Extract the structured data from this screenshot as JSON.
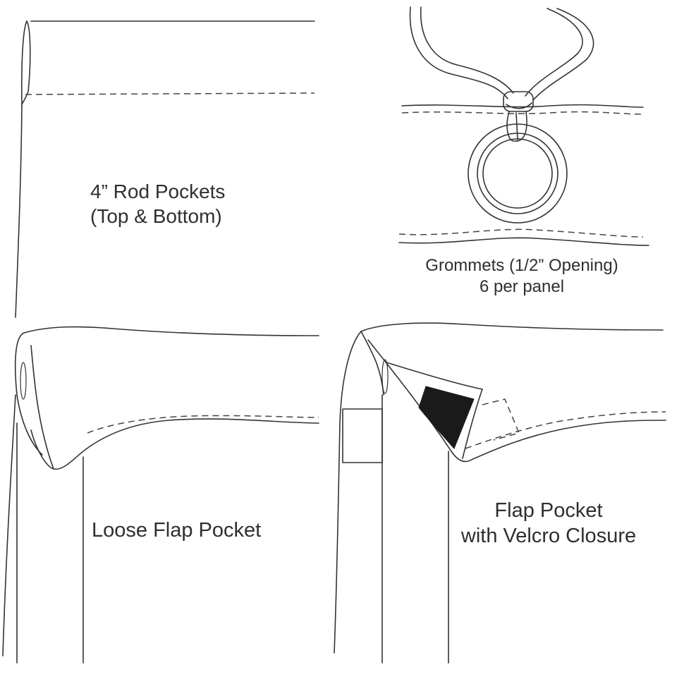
{
  "panels": [
    {
      "id": "rod-pockets",
      "label_lines": [
        "4” Rod Pockets",
        "(Top & Bottom)"
      ]
    },
    {
      "id": "grommets",
      "label_lines": [
        "Grommets (1/2” Opening)",
        "6 per panel"
      ]
    },
    {
      "id": "loose-flap",
      "label_lines": [
        "Loose Flap Pocket"
      ]
    },
    {
      "id": "velcro-flap",
      "label_lines": [
        "Flap Pocket",
        "with Velcro Closure"
      ]
    }
  ],
  "colors": {
    "line": "#333333",
    "velcro": "#1a1a1a",
    "background": "#ffffff"
  }
}
